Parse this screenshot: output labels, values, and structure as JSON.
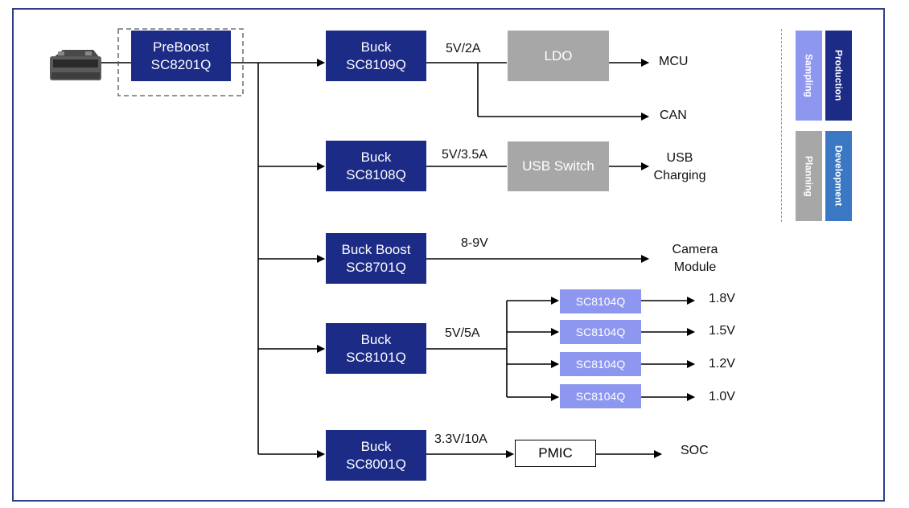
{
  "blocks": {
    "preboost": {
      "line1": "PreBoost",
      "line2": "SC8201Q"
    },
    "buck_8109": {
      "line1": "Buck",
      "line2": "SC8109Q"
    },
    "buck_8108": {
      "line1": "Buck",
      "line2": "SC8108Q"
    },
    "buckboost_8701": {
      "line1": "Buck Boost",
      "line2": "SC8701Q"
    },
    "buck_8101": {
      "line1": "Buck",
      "line2": "SC8101Q"
    },
    "buck_8001": {
      "line1": "Buck",
      "line2": "SC8001Q"
    },
    "ldo": "LDO",
    "usb_switch": "USB Switch",
    "pmic": "PMIC",
    "sc8104q": [
      "SC8104Q",
      "SC8104Q",
      "SC8104Q",
      "SC8104Q"
    ]
  },
  "rail_labels": {
    "r_8109": "5V/2A",
    "r_8108": "5V/3.5A",
    "r_8701": "8-9V",
    "r_8101": "5V/5A",
    "r_8001": "3.3V/10A"
  },
  "outputs": {
    "mcu": "MCU",
    "can": "CAN",
    "usb_charging": {
      "line1": "USB",
      "line2": "Charging"
    },
    "camera": {
      "line1": "Camera",
      "line2": "Module"
    },
    "v18": "1.8V",
    "v15": "1.5V",
    "v12": "1.2V",
    "v10": "1.0V",
    "soc": "SOC"
  },
  "legend": {
    "sampling": "Sampling",
    "production": "Production",
    "planning": "Planning",
    "development": "Development"
  },
  "colors": {
    "production": "#1c2b86",
    "sampling": "#8e97f0",
    "planning": "#a7a7a7",
    "development": "#3a78c3"
  },
  "icons": {
    "battery": "car-battery-icon"
  }
}
